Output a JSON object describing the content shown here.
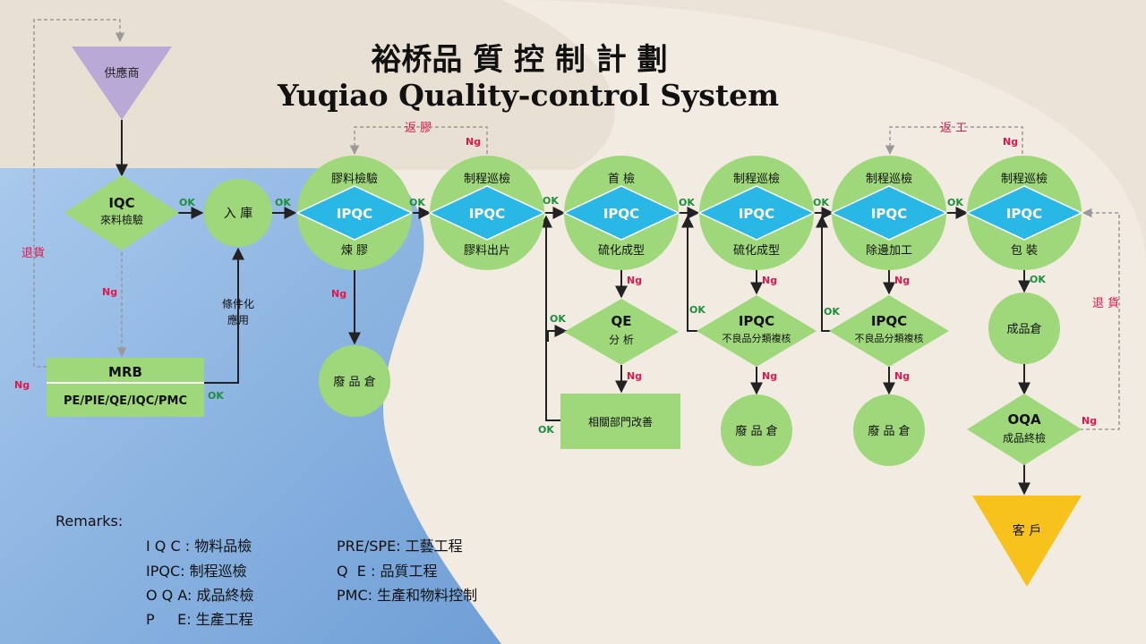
{
  "title_cn": "裕桥品 質 控 制 計 劃",
  "title_en": "Yuqiao Quality-control System",
  "nodes": {
    "supplier": "供應商",
    "iqc_title": "IQC",
    "iqc_sub": "來料檢驗",
    "warehouse_in": "入 庫",
    "mrb_title": "MRB",
    "mrb_sub": "PE/PIE/QE/IQC/PMC",
    "condition_use_1": "條件化",
    "condition_use_2": "應用",
    "s1_top": "膠料檢驗",
    "s1_bottom": "煉 膠",
    "s2_top": "制程巡檢",
    "s2_bottom": "膠料出片",
    "s3_top": "首 檢",
    "s3_bottom": "硫化成型",
    "s4_top": "制程巡檢",
    "s4_bottom": "硫化成型",
    "s5_top": "制程巡檢",
    "s5_bottom": "除邊加工",
    "s6_top": "制程巡檢",
    "s6_bottom": "包 裝",
    "ipqc": "IPQC",
    "qe_title": "QE",
    "qe_sub": "分 析",
    "improve": "相關部門改善",
    "ipqc_sort_title": "IPQC",
    "ipqc_sort_sub": "不良品分類複核",
    "scrap": "廢 品 倉",
    "finished_wh": "成品倉",
    "oqa_title": "OQA",
    "oqa_sub": "成品終檢",
    "customer": "客 戶"
  },
  "labels": {
    "ok": "OK",
    "ng": "Ng",
    "return_goods": "退貨",
    "return_goods_right": "退 貨",
    "return_rubber": "返 膠",
    "rework": "返 工"
  },
  "remarks": {
    "heading": "Remarks:",
    "items": [
      "I Q C : 物料品檢",
      "IPQC: 制程巡檢",
      "O Q A: 成品終檢",
      "P     E: 生產工程",
      "PRE/SPE: 工藝工程",
      "Q  E : 品質工程",
      "PMC: 生產和物料控制"
    ]
  },
  "colors": {
    "green": "#9fd87a",
    "green_dark": "#8fcf6a",
    "cyan": "#29b8e6",
    "purple": "#b9a9d6",
    "yellow": "#f8c21c",
    "ok": "#1c8f3a",
    "ng": "#e0164d"
  }
}
